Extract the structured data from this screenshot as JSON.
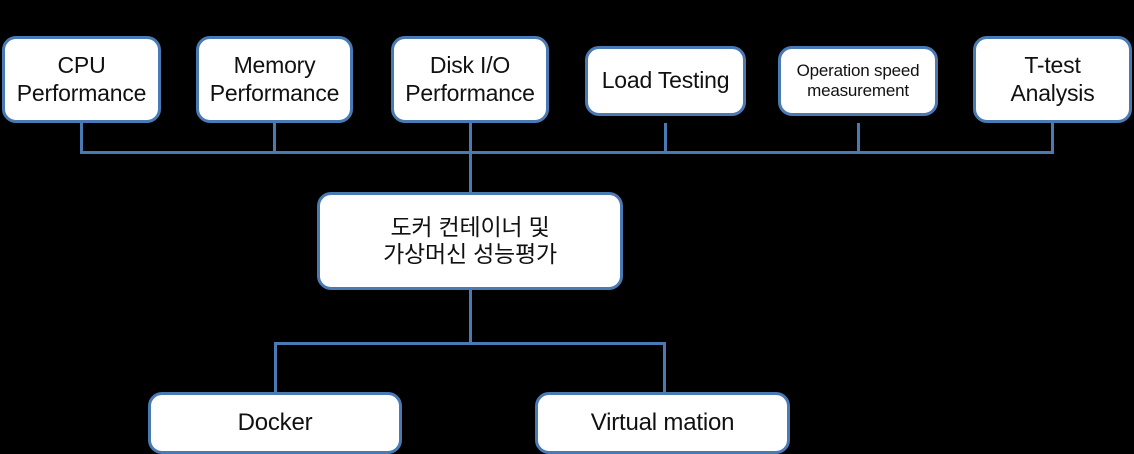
{
  "diagram": {
    "type": "hierarchy-tree",
    "background_color": "#000000",
    "node_fill_color": "#ffffff",
    "node_border_color": "#4a7ab4",
    "connector_color": "#4a7ab4",
    "text_color": "#111111",
    "title_node": {
      "id": "root",
      "label": "도커 컨테이너 및\n가상머신 성능평가"
    },
    "top_nodes": [
      {
        "id": "cpu",
        "label": "CPU\nPerformance"
      },
      {
        "id": "memory",
        "label": "Memory\nPerformance"
      },
      {
        "id": "disk",
        "label": "Disk I/O\nPerformance"
      },
      {
        "id": "load",
        "label": "Load Testing"
      },
      {
        "id": "opspeed",
        "label": "Operation speed\nmeasurement"
      },
      {
        "id": "ttest",
        "label": "T-test\nAnalysis"
      }
    ],
    "bottom_nodes": [
      {
        "id": "docker",
        "label": "Docker"
      },
      {
        "id": "vm",
        "label": "Virtual mation"
      }
    ]
  }
}
